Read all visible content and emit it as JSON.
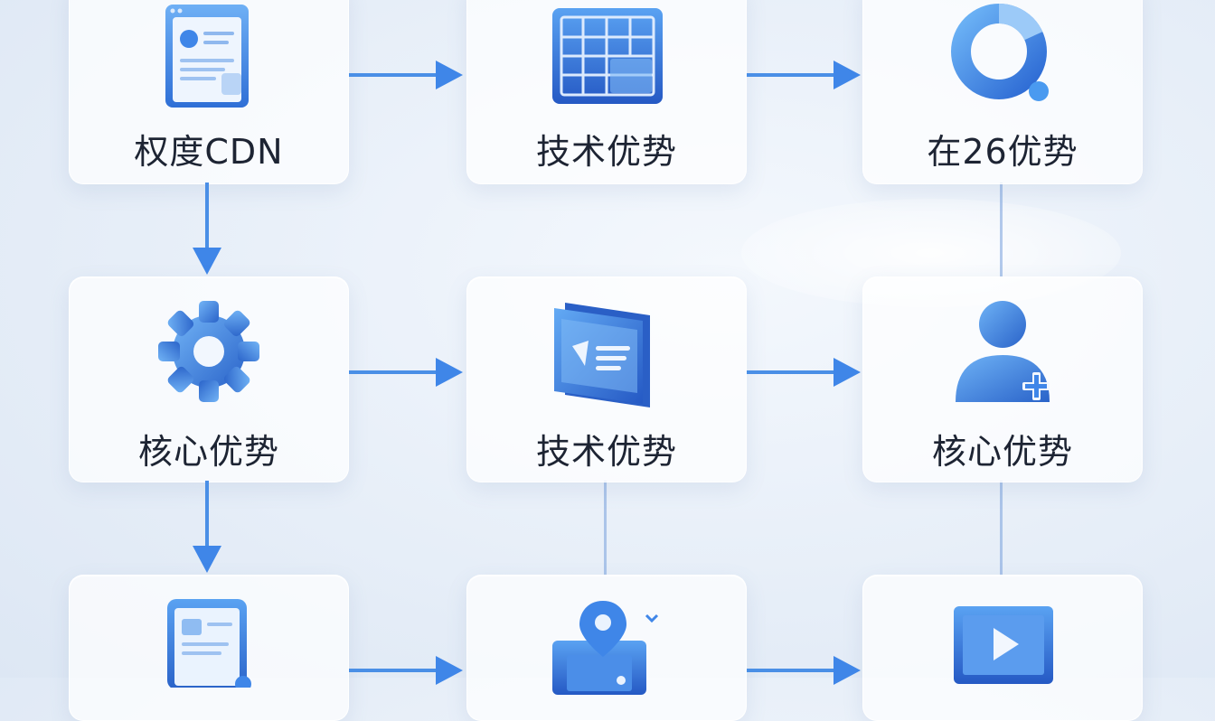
{
  "nodes": [
    {
      "id": "r1c1",
      "label": "权度CDN",
      "icon": "document-icon"
    },
    {
      "id": "r1c2",
      "label": "技术优势",
      "icon": "table-grid-icon"
    },
    {
      "id": "r1c3",
      "label": "在26优势",
      "icon": "ring-chart-icon"
    },
    {
      "id": "r2c1",
      "label": "核心优势",
      "icon": "gear-icon"
    },
    {
      "id": "r2c2",
      "label": "技术优势",
      "icon": "folder-icon"
    },
    {
      "id": "r2c3",
      "label": "核心优势",
      "icon": "user-add-icon"
    },
    {
      "id": "r3c1",
      "label": "",
      "icon": "tablet-icon"
    },
    {
      "id": "r3c2",
      "label": "",
      "icon": "map-pin-icon"
    },
    {
      "id": "r3c3",
      "label": "",
      "icon": "play-video-icon"
    }
  ],
  "colors": {
    "accent": "#3f86e8",
    "accent_dark": "#2a63c9",
    "arrow": "#4a8fe6",
    "text": "#1d2433"
  }
}
